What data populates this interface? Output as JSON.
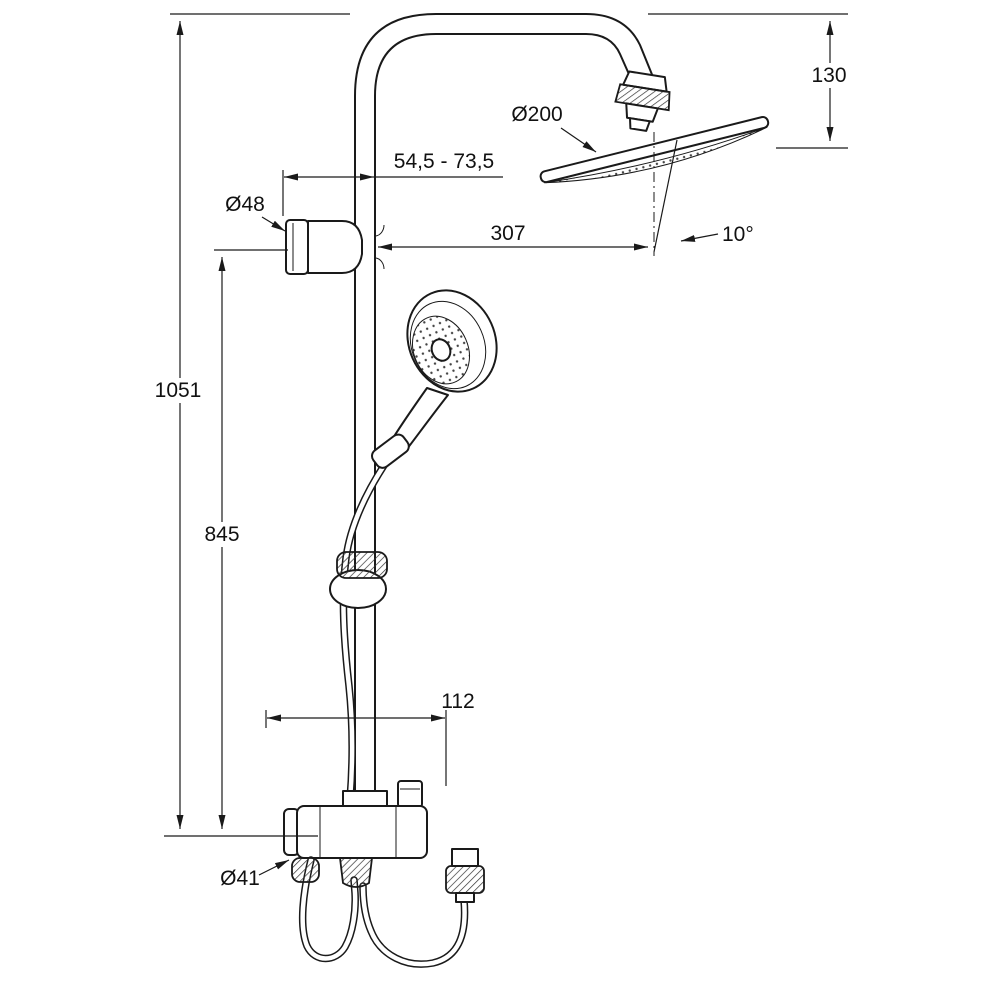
{
  "colors": {
    "line": "#1a1a1a",
    "background": "#ffffff"
  },
  "dims": {
    "total_height": "1051",
    "rail_height": "845",
    "head_drop": "130",
    "head_diameter": "Ø200",
    "arm_projection": "307",
    "head_angle": "10°",
    "bracket_diameter": "Ø48",
    "bracket_depth_range": "54,5 - 73,5",
    "outlet_spacing": "112",
    "escutcheon_diameter": "Ø41"
  }
}
